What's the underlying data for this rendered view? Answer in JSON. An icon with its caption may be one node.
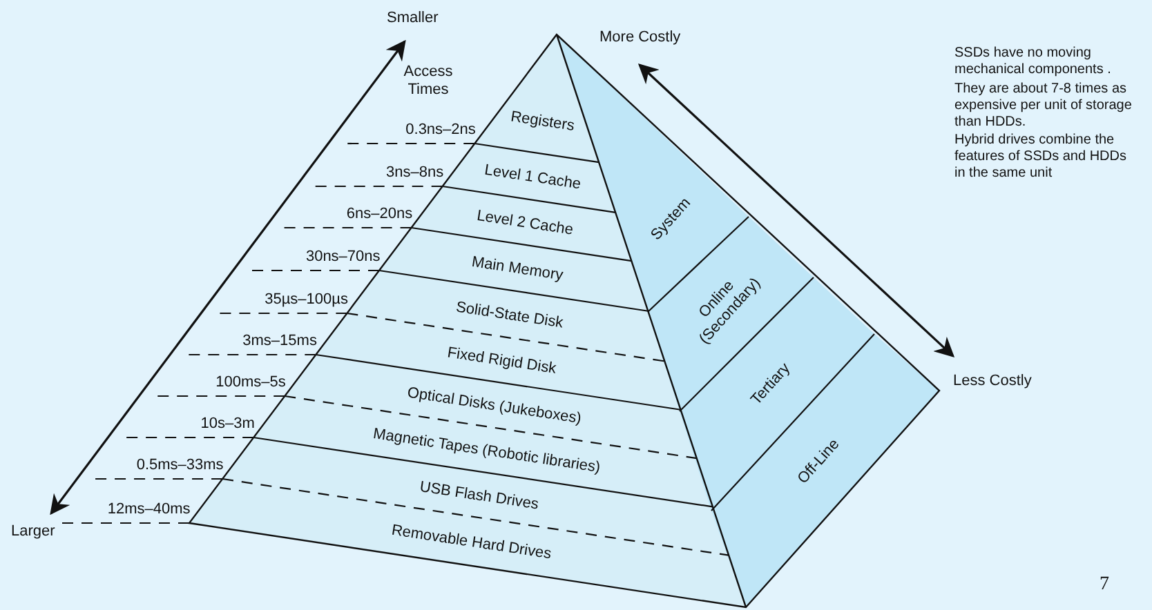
{
  "diagram": {
    "nodes": [
      {
        "text": [
          "Registers"
        ]
      },
      {
        "text": [
          "Level 1 Cache"
        ]
      },
      {
        "text": [
          "Level 2 Cache"
        ]
      },
      {
        "text": [
          "Main Memory"
        ]
      },
      {
        "text": [
          "Solid-State Disk"
        ]
      },
      {
        "text": [
          "Fixed Rigid Disk"
        ]
      },
      {
        "text": [
          "Optical Disks (Jukeboxes)"
        ]
      },
      {
        "text": [
          "Magnetic Tapes (Robotic libraries)"
        ]
      },
      {
        "text": [
          "USB Flash Drives"
        ]
      },
      {
        "text": [
          "Removable Hard Drives"
        ]
      },
      {
        "text": [
          "System"
        ]
      },
      {
        "text": [
          "Online (Secondary)"
        ]
      },
      {
        "text": [
          "Tertiary"
        ]
      },
      {
        "text": [
          "Off-Line"
        ]
      }
    ],
    "edges": [],
    "labels": [
      "Smaller",
      "More Costly",
      "SSDs have no moving mechanical components .",
      "They are about 7-8 times as expensive per unit of storage than HDDs.",
      "Hybrid drives combine the features of SSDs and HDDs in the same unit",
      "Access Times",
      "0.3ns–2ns",
      "3ns–8ns",
      "6ns–20ns",
      "30ns–70ns",
      "35µs–100µs",
      "3ms–15ms",
      "100ms–5s",
      "10s–3m",
      "0.5ms–33ms",
      "12ms–40ms",
      "Less Costly",
      "Larger",
      "7"
    ]
  }
}
